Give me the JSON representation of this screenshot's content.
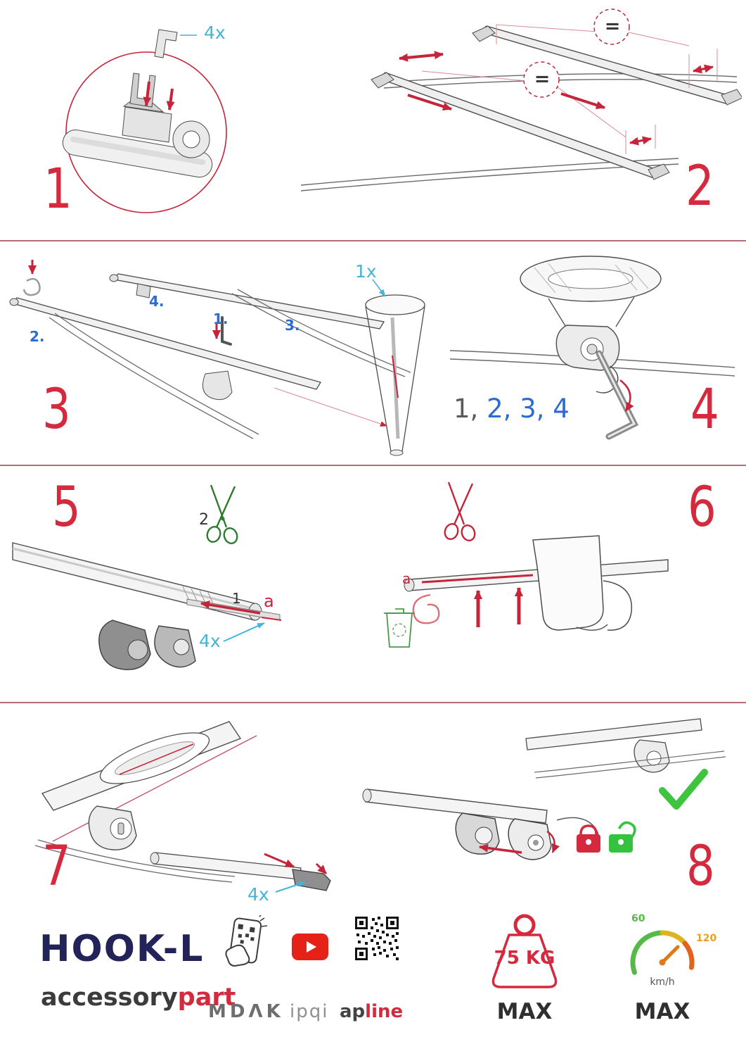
{
  "steps": {
    "s1": {
      "number": "1",
      "qty": "4x"
    },
    "s2": {
      "number": "2",
      "equals_a": "=",
      "equals_b": "="
    },
    "s3": {
      "number": "3",
      "qty": "1x",
      "label1": "1.",
      "label2": "2.",
      "label3": "3.",
      "label4": "4."
    },
    "s4": {
      "number": "4",
      "seq_gray": "1,",
      "seq_blue": " 2, 3, 4"
    },
    "s5": {
      "number": "5",
      "label_scissors": "2",
      "label_strip": "1",
      "label_a": "a",
      "qty": "4x"
    },
    "s6": {
      "number": "6",
      "label_a": "a"
    },
    "s7": {
      "number": "7",
      "qty": "4x"
    },
    "s8": {
      "number": "8"
    }
  },
  "footer": {
    "product": "HOOK-L",
    "brand_dark": "accessory",
    "brand_red": "part",
    "logo_mdak": "MDΛK",
    "logo_ipqi": "ipqi",
    "logo_ap": "ap",
    "logo_line": "line",
    "weight": {
      "value": "75 KG",
      "max": "MAX"
    },
    "speed": {
      "low": "60",
      "high": "120",
      "unit": "km/h",
      "max": "MAX"
    }
  },
  "colors": {
    "step_number": "#d5293d",
    "cyan": "#45b4d6",
    "blue": "#2b6bd4",
    "red": "#c4253a",
    "green_check": "#3ec43e",
    "navy": "#23235a"
  }
}
